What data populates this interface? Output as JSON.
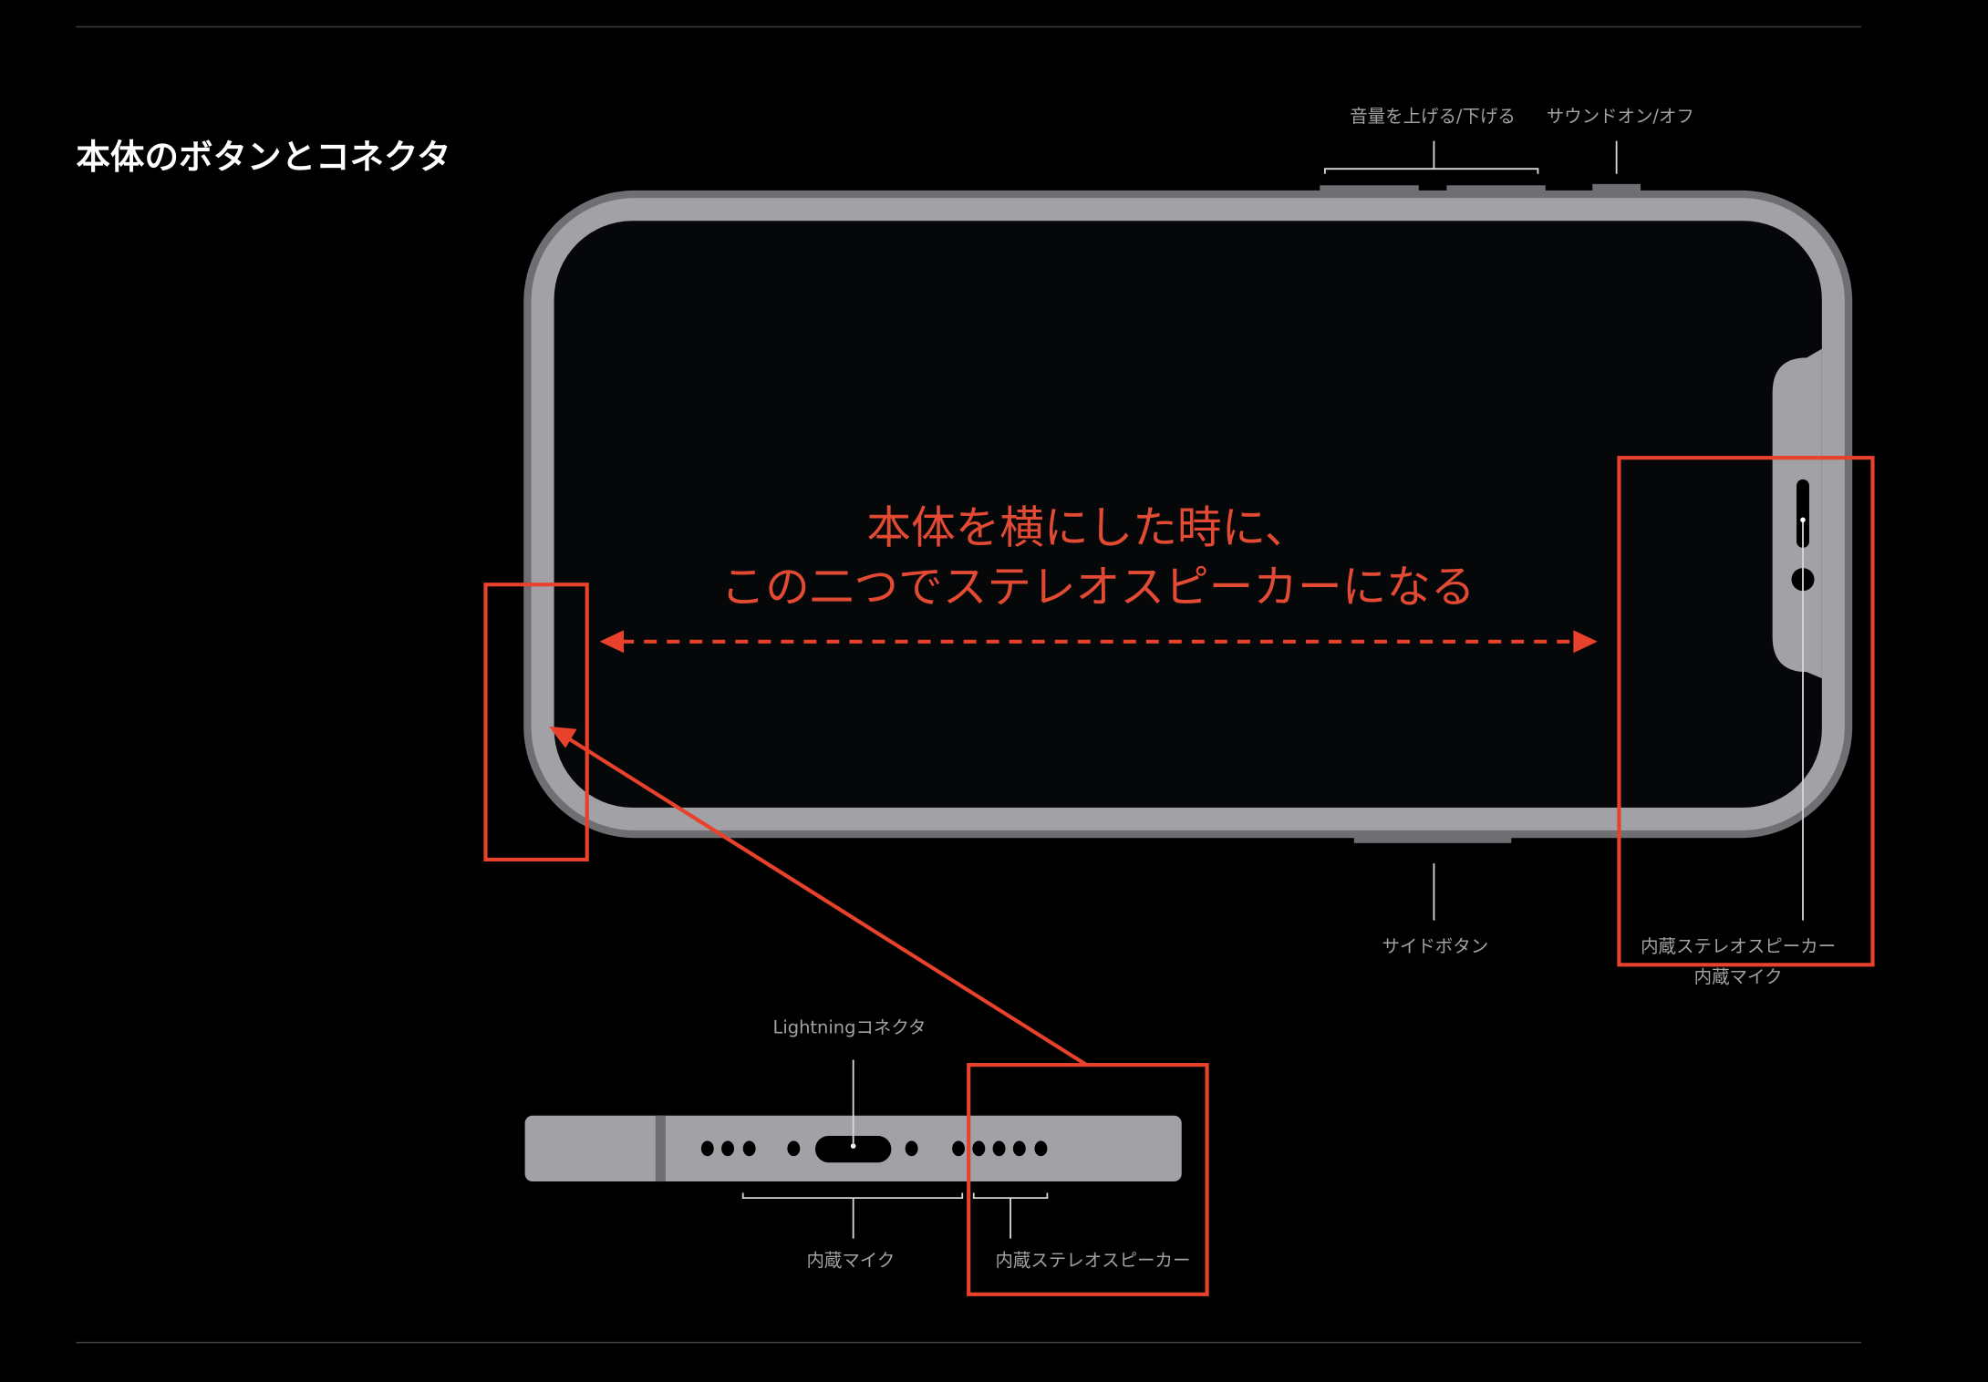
{
  "page": {
    "title": "本体のボタンとコネクタ"
  },
  "labels": {
    "volume": "音量を上げる/下げる",
    "ring_silent": "サウンドオン/オフ",
    "side_button": "サイドボタン",
    "right_speaker": "内蔵ステレオスピーカー",
    "right_mic": "内蔵マイク",
    "lightning": "Lightningコネクタ",
    "bottom_mic": "内蔵マイク",
    "bottom_speaker": "内蔵ステレオスピーカー"
  },
  "annotation": {
    "line1": "本体を横にした時に、",
    "line2": "この二つでステレオスピーカーになる",
    "color": "#e8412c"
  }
}
